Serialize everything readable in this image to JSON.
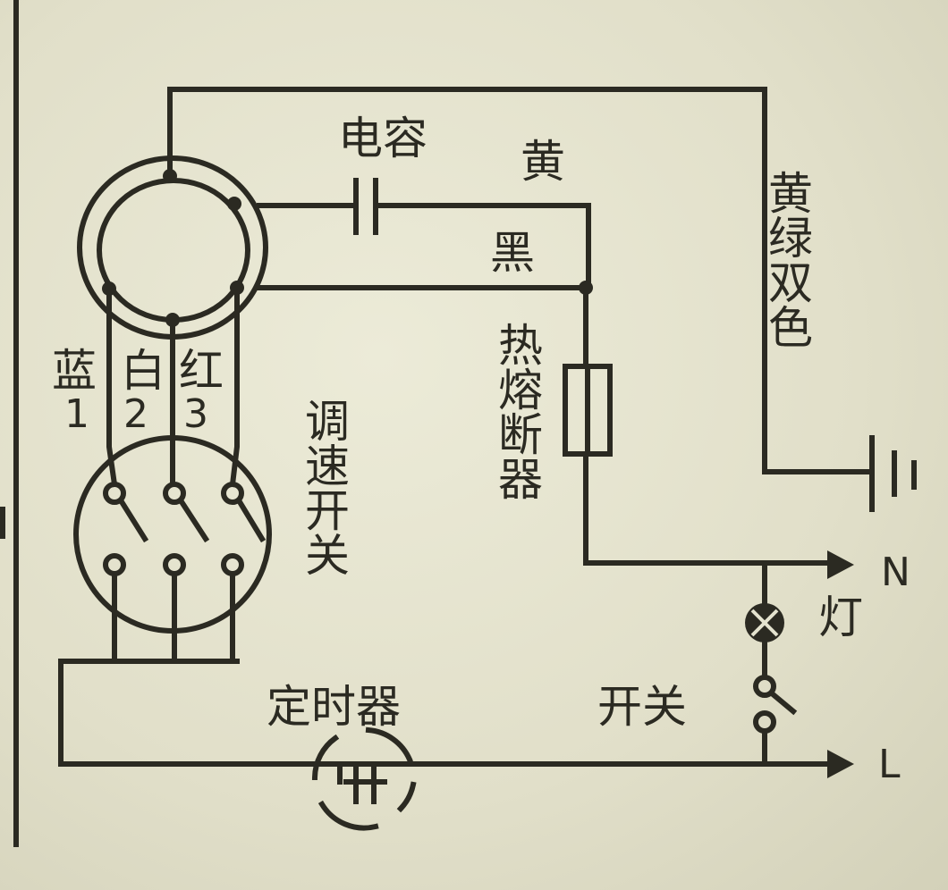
{
  "labels": {
    "capacitor": "电容",
    "yellow": "黄",
    "black": "黑",
    "yellow_green": "黄绿双色",
    "blue": "蓝",
    "blue_num": "1",
    "white": "白",
    "white_num": "2",
    "red": "红",
    "red_num": "3",
    "speed_switch": "调速开关",
    "thermal_fuse": "热熔断器",
    "neutral": "N",
    "lamp": "灯",
    "switch": "开关",
    "timer": "定时器",
    "live": "L"
  },
  "colors": {
    "ink": "#2b2a22",
    "paper": "#e4e3cf"
  }
}
